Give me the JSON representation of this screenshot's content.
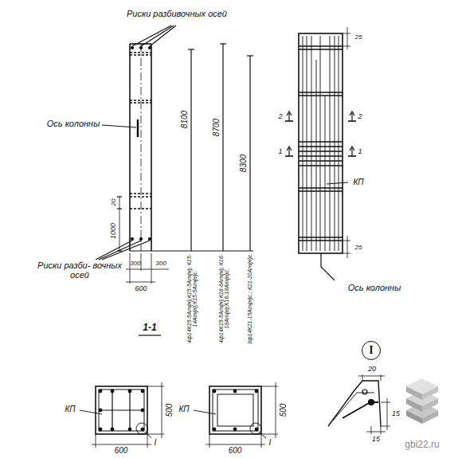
{
  "diagram": {
    "nodes": [
      {
        "text": [
          "I"
        ]
      }
    ],
    "labels": [
      "Риски разбивочных осей",
      "Ось колонны",
      "8100",
      "8700",
      "8300",
      "20",
      "1000",
      "Риски разби- вочных осей",
      "300",
      "300",
      "600",
      "4ф14К15-5Ат(н);К15-5Ат(н); К15-14Ат(н);К15-5Ат(н)с.",
      "4ф14К15-5Ат(н);К16-6Ат(н); К16-18Ат(н);К16-18Ат(н)с.",
      "3ф14К21-15Ат(н)с.; К21-10Ат(н)с.",
      "1-1",
      "25",
      "2",
      "2",
      "1",
      "1",
      "КП",
      "25",
      "Ось колонны",
      "КП",
      "500",
      "600",
      "I",
      "КП",
      "500",
      "600",
      "I",
      "20",
      "15",
      "15",
      "gbi22.ru"
    ]
  }
}
